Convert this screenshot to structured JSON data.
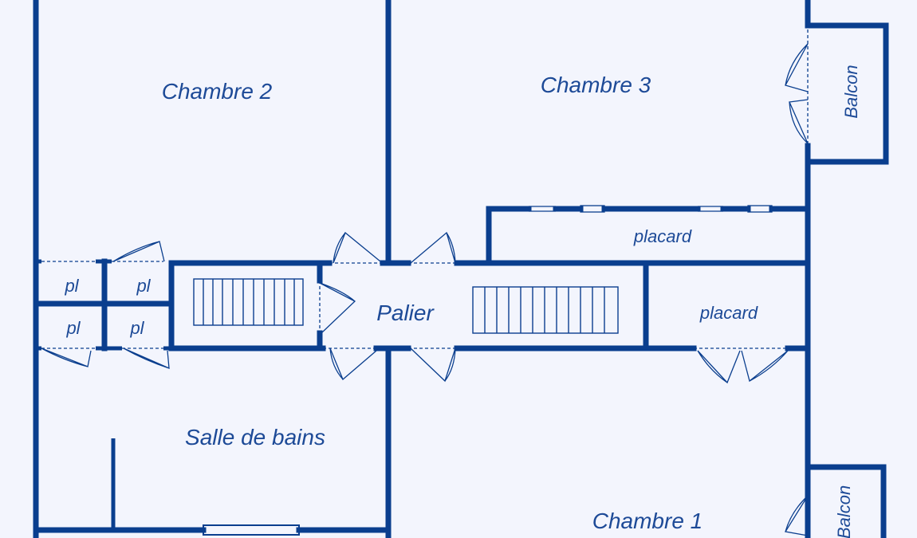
{
  "colors": {
    "wall": "#0a3e8e",
    "text": "#1d4a97",
    "background": "#f3f5fd"
  },
  "rooms": {
    "chambre2": "Chambre 2",
    "chambre3": "Chambre 3",
    "chambre1": "Chambre 1",
    "balcon_top": "Balcon",
    "balcon_bottom": "Balcon",
    "placard_top": "placard",
    "placard_right": "placard",
    "palier": "Palier",
    "salle_de_bains": "Salle de bains",
    "pl_1": "pl",
    "pl_2": "pl",
    "pl_3": "pl",
    "pl_4": "pl"
  }
}
